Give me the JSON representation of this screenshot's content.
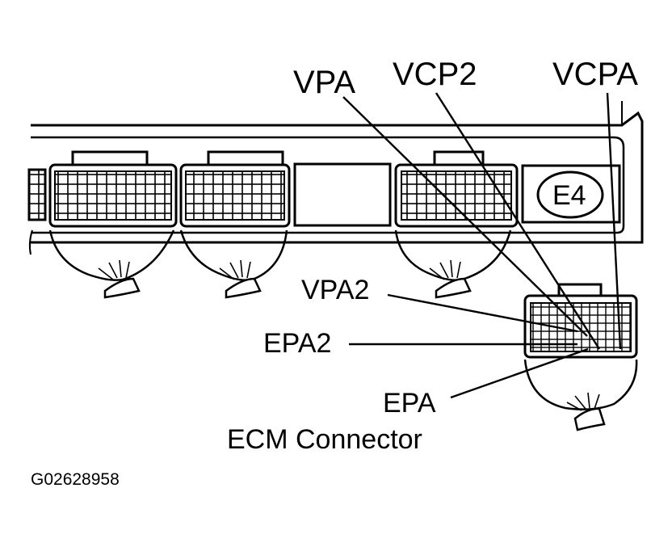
{
  "labels": {
    "vpa": "VPA",
    "vcp2": "VCP2",
    "vcpa": "VCPA",
    "vpa2": "VPA2",
    "epa2": "EPA2",
    "epa": "EPA",
    "e4": "E4"
  },
  "caption": "ECM Connector",
  "figure_code": "G02628958"
}
